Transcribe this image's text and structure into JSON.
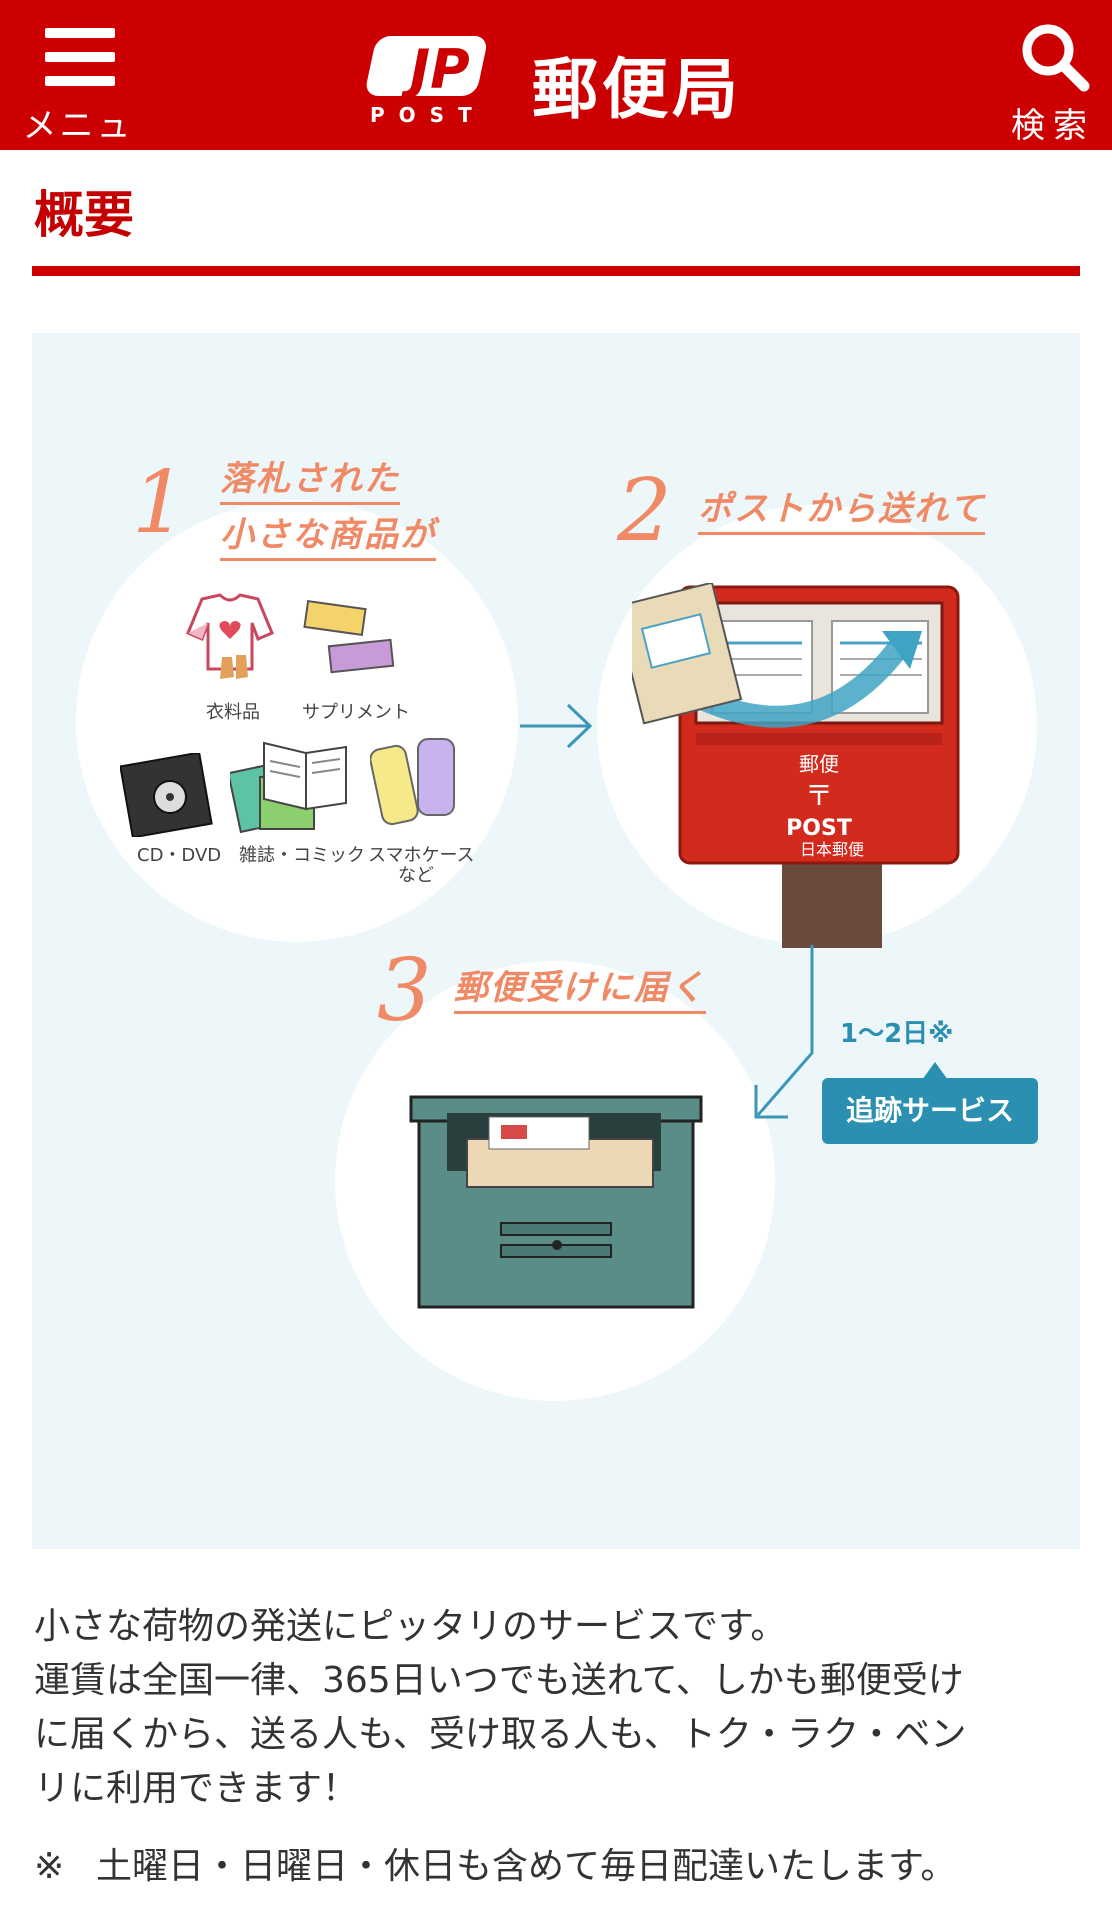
{
  "header": {
    "menu_label": "メニュー",
    "logo_text": "JP",
    "logo_sub": "POST",
    "brand": "郵便局",
    "search_label": "検索"
  },
  "section": {
    "title": "概要"
  },
  "illustration": {
    "steps": [
      {
        "number": "1",
        "line1": "落札された",
        "line2": "小さな商品が"
      },
      {
        "number": "2",
        "line1": "ポストから送れて"
      },
      {
        "number": "3",
        "line1": "郵便受けに届く"
      }
    ],
    "items": [
      "衣料品",
      "サプリメント",
      "CD・DVD",
      "雑誌・コミック",
      "スマホケース",
      "など"
    ],
    "box_texts": [
      "郵便",
      "〒",
      "POST",
      "日本郵便"
    ],
    "days": "1～2日※",
    "tracking_label": "追跡サービス"
  },
  "description": {
    "lines": [
      "小さな荷物の発送にピッタリのサービスです。",
      "運賃は全国一律、365日いつでも送れて、しかも郵便受け",
      "に届くから、送る人も、受け取る人も、トク・ラク・ベン",
      "リに利用できます！"
    ],
    "note_mark": "※",
    "note": "土曜日・日曜日・休日も含めて毎日配達いたします。"
  },
  "colors": {
    "header_red": "#cc0000",
    "title_red": "#c40000",
    "step_orange": "#f08a66",
    "panel_bg": "#edf6f9",
    "tracking_blue": "#2a8fb0",
    "postbox_red": "#d32a1e",
    "mailbox_green": "#5a8c88"
  },
  "icons": [
    "hamburger-menu-icon",
    "jp-post-logo",
    "search-icon"
  ]
}
